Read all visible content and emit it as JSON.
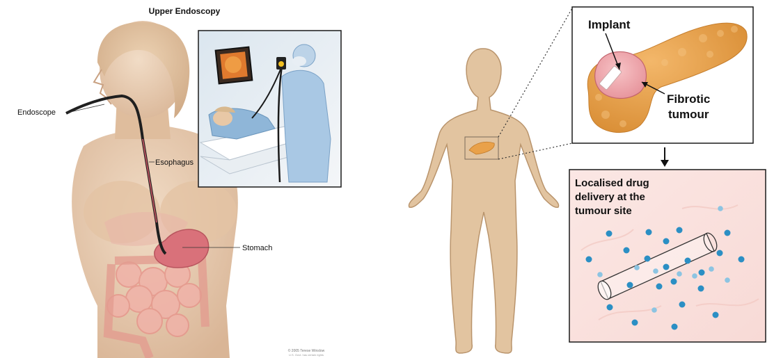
{
  "left": {
    "title": "Upper Endoscopy",
    "labels": {
      "endoscope": "Endoscope",
      "esophagus": "Esophagus",
      "stomach": "Stomach"
    },
    "copyright": "© 2005 Terese Winslow",
    "copyright_sub": "U.S. Govt. has certain rights"
  },
  "right": {
    "implant_label": "Implant",
    "tumour_label_1": "Fibrotic",
    "tumour_label_2": "tumour",
    "delivery_line_1": "Localised drug",
    "delivery_line_2": "delivery at the",
    "delivery_line_3": "tumour site"
  },
  "colors": {
    "skin": "#e3c6a6",
    "silhouette": "#e2c4a0",
    "pancreas": "#e9a14a",
    "tumour": "#f0a7ad",
    "drug_dark": "#2b8fc4",
    "drug_light": "#8cc4e2",
    "box_bg": "#fbe4e1"
  }
}
